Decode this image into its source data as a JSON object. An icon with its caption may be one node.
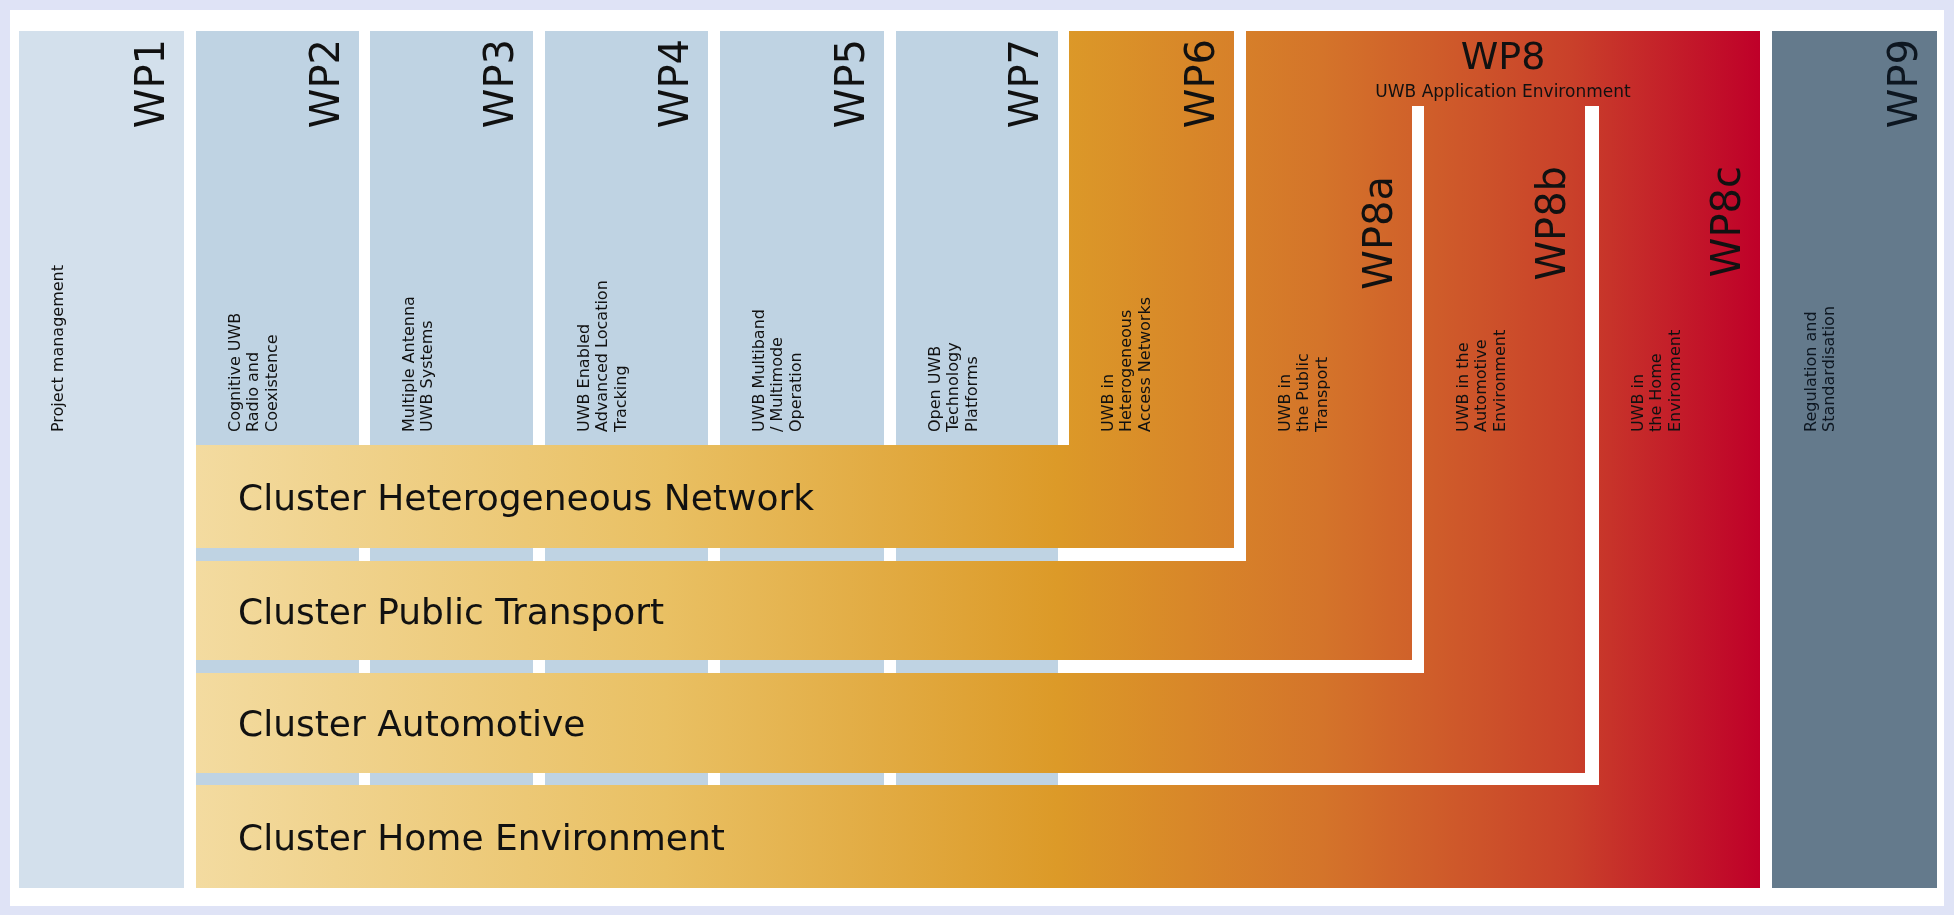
{
  "diagram": {
    "nodes": [
      {
        "text": [
          "WP1",
          "Project management"
        ]
      },
      {
        "text": [
          "WP2",
          "Cognitive UWB Radio and Coexistence"
        ]
      },
      {
        "text": [
          "WP3",
          "Multiple Antenna UWB Systems"
        ]
      },
      {
        "text": [
          "WP4",
          "UWB Enabled Advanced Location Tracking"
        ]
      },
      {
        "text": [
          "WP5",
          "UWB Multiband / Multimode Operation"
        ]
      },
      {
        "text": [
          "WP7",
          "Open UWB Technology Platforms"
        ]
      },
      {
        "text": [
          "WP6",
          "UWB in Heterogeneous Access Networks"
        ]
      },
      {
        "text": [
          "WP8",
          "UWB Application Environment"
        ]
      },
      {
        "text": [
          "WP8a",
          "UWB in the Public Transport"
        ]
      },
      {
        "text": [
          "WP8b",
          "UWB in the Automotive Environment"
        ]
      },
      {
        "text": [
          "WP8c",
          "UWB in the Home Environment"
        ]
      },
      {
        "text": [
          "WP9",
          "Regulation and Standardisation"
        ]
      },
      {
        "text": [
          "Cluster Heterogeneous Network"
        ]
      },
      {
        "text": [
          "Cluster Public Transport"
        ]
      },
      {
        "text": [
          "Cluster Automotive"
        ]
      },
      {
        "text": [
          "Cluster Home Environment"
        ]
      }
    ]
  }
}
